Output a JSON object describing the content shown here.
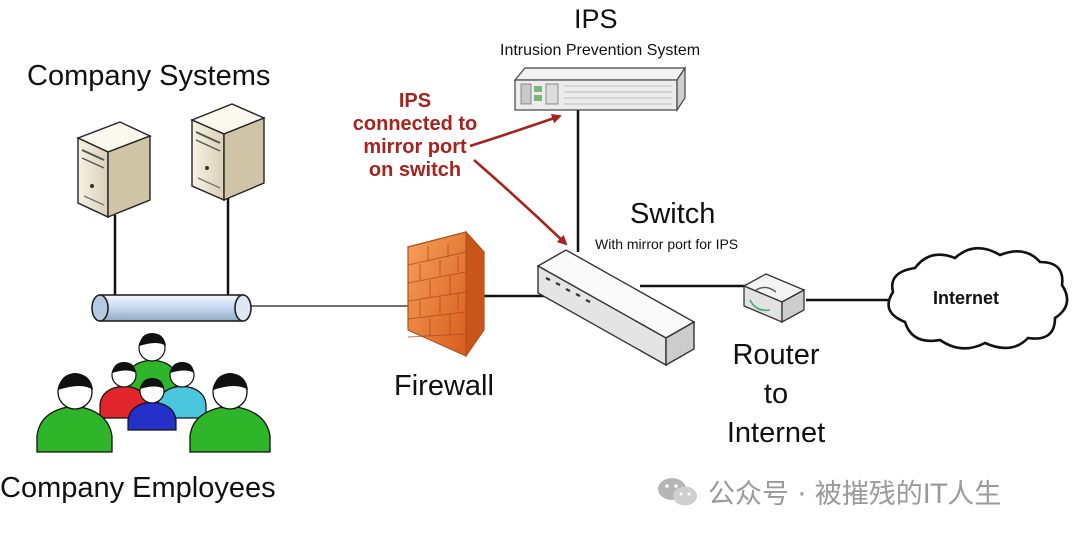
{
  "ips": {
    "title": "IPS",
    "subtitle": "Intrusion Prevention System"
  },
  "annotation": {
    "lines": [
      "IPS",
      "connected to",
      "mirror port",
      "on switch"
    ]
  },
  "switch": {
    "title": "Switch",
    "subtitle": "With mirror port for IPS"
  },
  "company_systems": {
    "label": "Company Systems"
  },
  "company_employees": {
    "label": "Company Employees"
  },
  "firewall": {
    "label": "Firewall"
  },
  "router": {
    "lines": [
      "Router",
      "to",
      "Internet"
    ]
  },
  "internet": {
    "label": "Internet"
  },
  "watermark": {
    "text": "公众号 · 被摧残的IT人生",
    "icon": "wechat-icon"
  },
  "colors": {
    "annotation": "#a8221e",
    "firewall": "#e8752d",
    "employee_green": "#2fb52a",
    "employee_red": "#e0262a",
    "employee_cyan": "#49c6dd",
    "employee_blue": "#2530c8",
    "bus": "#cfe0f2"
  }
}
